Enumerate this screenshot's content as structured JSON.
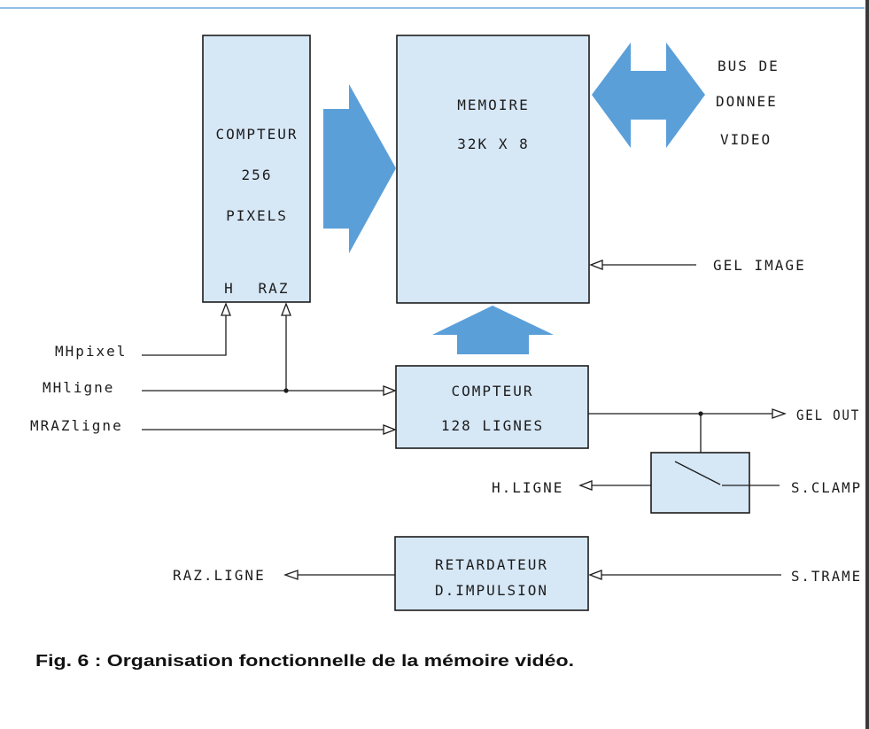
{
  "caption": "Fig. 6 : Organisation fonctionnelle de la mémoire vidéo.",
  "blocks": {
    "pixel_counter": {
      "lines": [
        "COMPTEUR",
        "256",
        "PIXELS"
      ],
      "port_h": "H",
      "port_raz": "RAZ"
    },
    "memory": {
      "lines": [
        "MEMOIRE",
        "32K X 8"
      ]
    },
    "line_counter": {
      "lines": [
        "COMPTEUR",
        "128 LIGNES"
      ]
    },
    "delay": {
      "lines": [
        "RETARDATEUR",
        "D.IMPULSION"
      ]
    }
  },
  "bus": {
    "lines": [
      "BUS DE",
      "DONNEE",
      "VIDEO"
    ]
  },
  "signals": {
    "gel_image": "GEL IMAGE",
    "mhpixel": "MHpixel",
    "mhligne": "MHligne",
    "mrazligne": "MRAZligne",
    "gel_out": "GEL OUT",
    "h_ligne": "H.LIGNE",
    "s_clamp": "S.CLAMP",
    "raz_ligne": "RAZ.LIGNE",
    "s_trame": "S.TRAME"
  },
  "colors": {
    "block_fill": "#d6e7f6",
    "arrow_fill": "#5b9fd9",
    "ink": "#1c1c1c",
    "top_rule": "#8fc0e8"
  }
}
